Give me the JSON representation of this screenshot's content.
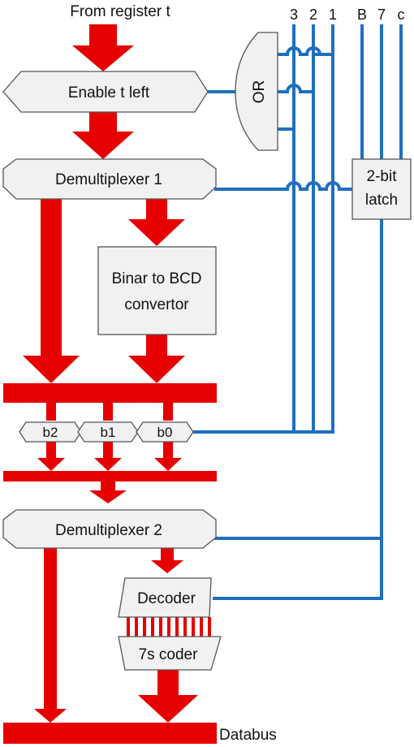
{
  "title": "From register t",
  "blocks": {
    "enable": "Enable t left",
    "or_gate": "OR",
    "demux1": "Demultiplexer 1",
    "latch_line1": "2-bit",
    "latch_line2": "latch",
    "converter_line1": "Binar to BCD",
    "converter_line2": "convertor",
    "b2": "b2",
    "b1": "b1",
    "b0": "b0",
    "demux2": "Demultiplexer 2",
    "decoder": "Decoder",
    "coder7s": "7s coder",
    "databus": "Databus"
  },
  "signals": [
    "3",
    "2",
    "1",
    "B",
    "7",
    "c"
  ],
  "colors": {
    "bus_red": "#e60000",
    "wire_blue": "#1f6fbf",
    "block_fill": "#f1f1f1",
    "block_stroke": "#555555"
  }
}
